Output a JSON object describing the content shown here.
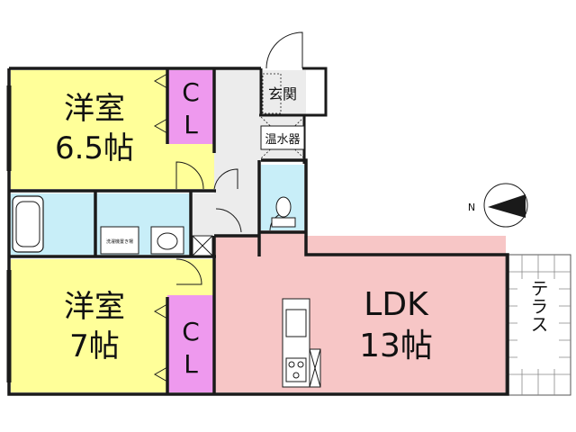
{
  "rooms": {
    "western1": {
      "name": "洋室",
      "size": "6.5帖"
    },
    "closet1": {
      "line1": "C",
      "line2": "L"
    },
    "western2": {
      "name": "洋室",
      "size": "7帖"
    },
    "closet2": {
      "line1": "C",
      "line2": "L"
    },
    "ldk": {
      "name": "LDK",
      "size": "13帖"
    },
    "entrance": {
      "name": "玄関"
    },
    "water_heater": {
      "name": "温水器"
    },
    "terrace": {
      "name": "テラス"
    },
    "washer_area": {
      "name": "洗濯機置き場"
    }
  },
  "compass": {
    "label": "N"
  },
  "colors": {
    "western": "#ffff99",
    "closet": "#ee99ee",
    "ldk": "#f7c6c6",
    "wet": "#c8eef8",
    "hall": "#ececec",
    "wall": "#1a1a1a"
  }
}
